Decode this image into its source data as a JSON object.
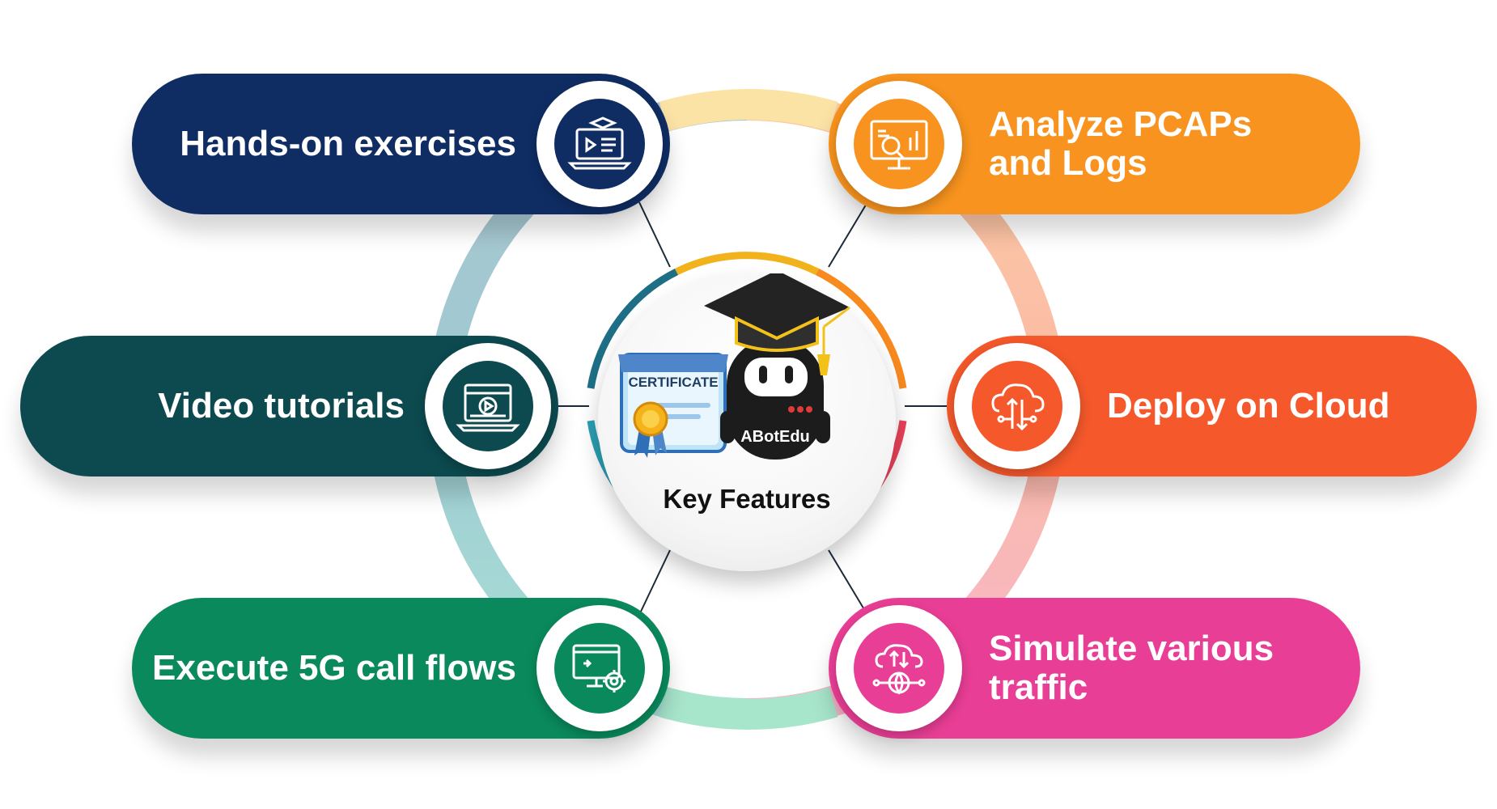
{
  "center": {
    "title": "Key Features",
    "certificate_text": "CERTIFICATE",
    "robot_text": "ABotEdu"
  },
  "features": [
    {
      "label": "Hands-on exercises",
      "color": "#0f2d63",
      "icon": "e-learning-laptop-icon"
    },
    {
      "label": "Analyze PCAPs and Logs",
      "color": "#f7931e",
      "icon": "analytics-monitor-icon"
    },
    {
      "label": "Video tutorials",
      "color": "#0c4a4f",
      "icon": "video-player-laptop-icon"
    },
    {
      "label": "Deploy on Cloud",
      "color": "#f4582b",
      "icon": "cloud-network-icon"
    },
    {
      "label": "Execute 5G call flows",
      "color": "#0a8a5c",
      "icon": "monitor-gear-icon"
    },
    {
      "label": "Simulate various traffic",
      "color": "#e93e95",
      "icon": "cloud-globe-traffic-icon"
    }
  ]
}
